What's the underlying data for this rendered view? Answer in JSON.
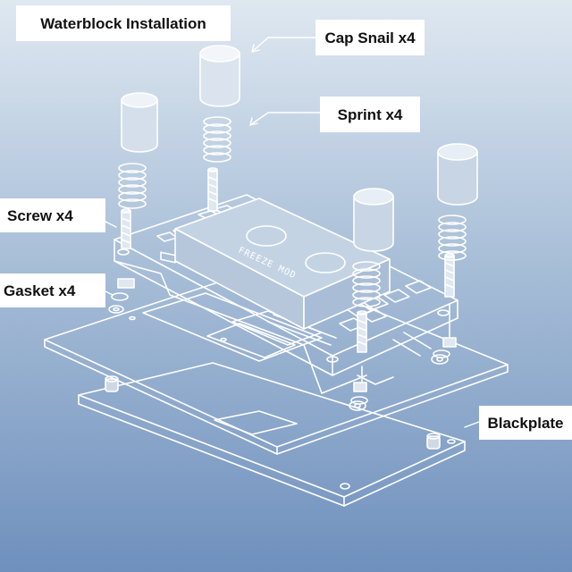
{
  "title": "Waterblock Installation",
  "labels": {
    "cap_snail": "Cap Snail x4",
    "sprint": "Sprint x4",
    "screw": "Screw x4",
    "gasket": "Gasket x4",
    "backplate": "Blackplate"
  },
  "block_engraving": "FREEZE MOD",
  "colors": {
    "background_top": "#dfe8f1",
    "background_bottom": "#6f90bd",
    "line": "#ffffff",
    "label_fill": "#ffffff",
    "label_text": "#111111"
  }
}
